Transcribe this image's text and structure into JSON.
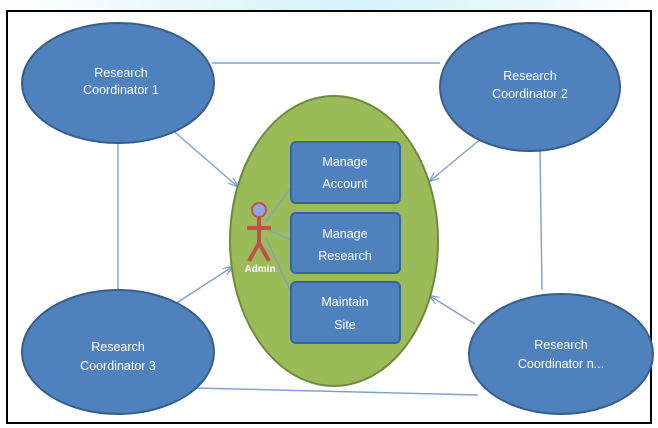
{
  "diagram": {
    "coordinators": [
      {
        "line1": "Research",
        "line2": "Coordinator 1"
      },
      {
        "line1": "Research",
        "line2": "Coordinator 2"
      },
      {
        "line1": "Research",
        "line2": "Coordinator 3"
      },
      {
        "line1": "Research",
        "line2": "Coordinator n..."
      }
    ],
    "actor": {
      "label": "Admin"
    },
    "functions": [
      {
        "line1": "Manage",
        "line2": "Account"
      },
      {
        "line1": "Manage",
        "line2": "Research"
      },
      {
        "line1": "Maintain",
        "line2": "Site"
      }
    ],
    "colors": {
      "node_fill": "#4f81bd",
      "node_stroke": "#385d8a",
      "system_fill": "#9bbb59",
      "system_stroke": "#71893f",
      "box_fill": "#4f81bd",
      "box_stroke": "#3a62a0",
      "connector": "#7fa0cc",
      "actor_fill": "#c0504d"
    }
  }
}
